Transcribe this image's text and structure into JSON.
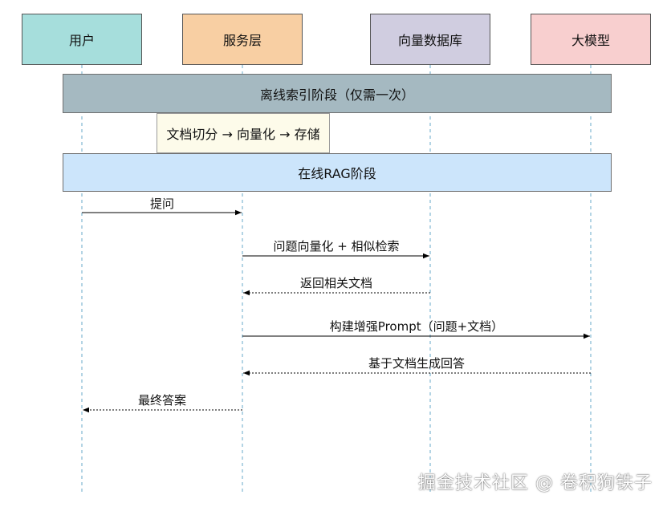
{
  "participants": [
    {
      "id": "user",
      "label": "用户",
      "fill": "#a6dedc"
    },
    {
      "id": "service",
      "label": "服务层",
      "fill": "#f8cfa3"
    },
    {
      "id": "vectordb",
      "label": "向量数据库",
      "fill": "#d0cde0"
    },
    {
      "id": "llm",
      "label": "大模型",
      "fill": "#f8cfcf"
    }
  ],
  "offline_band": {
    "label": "离线索引阶段（仅需一次）",
    "fill": "#a5b9c1"
  },
  "offline_note": {
    "label": "文档切分 → 向量化 → 存储"
  },
  "online_band": {
    "label": "在线RAG阶段",
    "fill": "#cce5fb"
  },
  "messages": [
    {
      "label": "提问",
      "from": "user",
      "to": "service",
      "style": "solid"
    },
    {
      "label": "问题向量化 + 相似检索",
      "from": "service",
      "to": "vectordb",
      "style": "solid"
    },
    {
      "label": "返回相关文档",
      "from": "vectordb",
      "to": "service",
      "style": "dotted"
    },
    {
      "label": "构建增强Prompt（问题+文档）",
      "from": "service",
      "to": "llm",
      "style": "solid"
    },
    {
      "label": "基于文档生成回答",
      "from": "llm",
      "to": "service",
      "style": "dotted"
    },
    {
      "label": "最终答案",
      "from": "service",
      "to": "user",
      "style": "dotted"
    }
  ],
  "watermark": "掘金技术社区 @ 卷积狗铁子",
  "colors": {
    "lifeline": "#67a9c8",
    "arrow": "#000000"
  }
}
